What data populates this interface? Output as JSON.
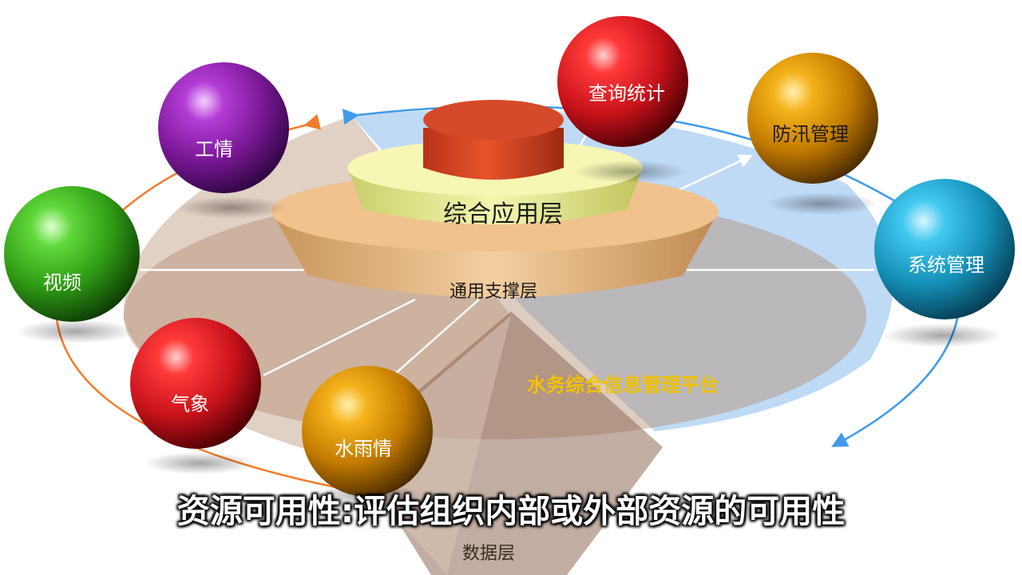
{
  "diagram": {
    "platform_label": "水务综合信息管理平台",
    "layers": {
      "top": "综合应用层",
      "middle": "通用支撑层",
      "bottom": "数据层"
    },
    "spheres": [
      {
        "label": "查询统计",
        "color": "red"
      },
      {
        "label": "防汛管理",
        "color": "orange"
      },
      {
        "label": "系统管理",
        "color": "cyan"
      },
      {
        "label": "工情",
        "color": "purple"
      },
      {
        "label": "视频",
        "color": "green"
      },
      {
        "label": "气象",
        "color": "red"
      },
      {
        "label": "水雨情",
        "color": "orange"
      }
    ],
    "colors": {
      "red": "#c8121a",
      "orange": "#d98a00",
      "cyan": "#1aa6cf",
      "purple": "#8a1fa6",
      "green": "#3fae1e",
      "blue_ring": "#3f9ae8",
      "orange_ring": "#f07d2c"
    }
  },
  "subtitle": "资源可用性:评估组织内部或外部资源的可用性"
}
